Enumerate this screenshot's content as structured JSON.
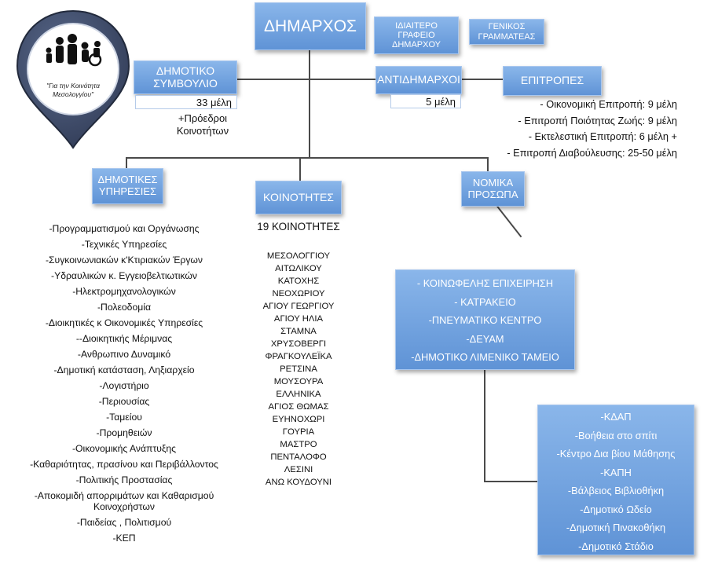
{
  "logo": {
    "text_lines": [
      "\"Για την Κοινότητα",
      "Μεσολογγίου\""
    ]
  },
  "mayor": {
    "label": "ΔΗΜΑΡΧΟΣ"
  },
  "private_office": {
    "lines": [
      "ΙΔΙΑΙΤΕΡΟ",
      "ΓΡΑΦΕΙΟ",
      "ΔΗΜΑΡΧΟΥ"
    ]
  },
  "general_secretary": {
    "lines": [
      "ΓΕΝΙΚΟΣ",
      "ΓΡΑΜΜΑΤΕΑΣ"
    ]
  },
  "council": {
    "lines": [
      "ΔΗΜΟΤΙΚΟ",
      "ΣΥΜΒΟΥΛΙΟ"
    ],
    "members": "33 μέλη",
    "note_lines": [
      "+Πρόεδροι",
      "Κοινοτήτων"
    ]
  },
  "deputy_mayors": {
    "label": "ΑΝΤΙΔΗΜΑΡΧΟΙ",
    "members": "5 μέλη"
  },
  "committees": {
    "label": "ΕΠΙΤΡΟΠΕΣ",
    "items": [
      "- Οικονομική Επιτροπή: 9 μέλη",
      "- Επιτροπή Ποιότητας Ζωής: 9 μέλη",
      "- Εκτελεστική Επιτροπή: 6 μέλη +",
      "- Επιτροπή Διαβούλευσης: 25-50 μέλη"
    ]
  },
  "services": {
    "lines": [
      "ΔΗΜΟΤΙΚΕΣ",
      "ΥΠΗΡΕΣΙΕΣ"
    ],
    "items": [
      "-Προγραμματισμού και Οργάνωσης",
      "-Τεχνικές Υπηρεσίες",
      "-Συγκοινωνιακών κ'Κτιριακών Έργων",
      "-Υδραυλικών κ. Εγγειοβελτιωτικών",
      "-Ηλεκτρομηχανολογικών",
      "-Πολεοδομία",
      "-Διοικητικές κ Οικονομικές Υπηρεσίες",
      "--Διοικητικής Μέριμνας",
      "-Ανθρωπινο Δυναμικό",
      "-Δημοτική κατάσταση, Ληξιαρχείο",
      "-Λογιστήριο",
      "-Περιουσίας",
      "-Ταμείου",
      "-Προμηθειών",
      "-Οικονομικής Ανάπτυξης",
      "-Καθαριότητας, πρασίνου και Περιβάλλοντος",
      "-Πολιτικής Προστασίας",
      "-Αποκομιδή απορριμάτων και Καθαρισμού Κοινοχρήστων",
      "-Παιδείας , Πολιτισμού",
      "-ΚΕΠ"
    ]
  },
  "communities": {
    "label": "ΚΟΙΝΟΤΗΤΕΣ",
    "count": "19 ΚΟΙΝΟΤΗΤΕΣ",
    "items": [
      "ΜΕΣΟΛΟΓΓΙΟΥ",
      "ΑΙΤΩΛΙΚΟΥ",
      "ΚΑΤΟΧΗΣ",
      "ΝΕΟΧΩΡΙΟΥ",
      "ΑΓΙΟΥ ΓΕΩΡΓΙΟΥ",
      "ΑΓΙΟΥ ΗΛΙΑ",
      "ΣΤΑΜΝΑ",
      "ΧΡΥΣΟΒΕΡΓΙ",
      "ΦΡΑΓΚΟΥΛΕΪΚΑ",
      "ΡΕΤΣΙΝΑ",
      "ΜΟΥΣΟΥΡΑ",
      "ΕΛΛΗΝΙΚΑ",
      "ΑΓΙΟΣ ΘΩΜΑΣ",
      "ΕΥΗΝΟΧΩΡΙ",
      "ΓΟΥΡΙΑ",
      "ΜΑΣΤΡΟ",
      "ΠΕΝΤΑΛΟΦΟ",
      "ΛΕΣΙΝΙ",
      "ΑΝΩ ΚΟΥΔΟΥΝΙ"
    ]
  },
  "legal_entities": {
    "lines": [
      "ΝΟΜΙΚΑ",
      "ΠΡΟΣΩΠΑ"
    ],
    "items": [
      "- ΚΟΙΝΩΦΕΛΗΣ ΕΠΙΧΕΙΡΗΣΗ",
      "- ΚΑΤΡΑΚΕΙΟ",
      "-ΠΝΕΥΜΑΤΙΚΟ ΚΕΝΤΡΟ",
      "-ΔΕΥΑΜ",
      "-ΔΗΜΟΤΙΚΟ ΛΙΜΕΝΙΚΟ ΤΑΜΕΙΟ"
    ]
  },
  "welfare": {
    "items": [
      "-ΚΔΑΠ",
      "-Βοήθεια στο σπίτι",
      "-Κέντρο Δια βίου Μάθησης",
      "-ΚΑΠΗ",
      "-Βάλβειος Βιβλιοθήκη",
      "-Δημοτικό Ωδείο",
      "-Δημοτική Πινακοθήκη",
      "-Δημοτικό Στάδιο"
    ]
  },
  "colors": {
    "box_top": "#8ab6ea",
    "box_bottom": "#5f93d6",
    "lines": "#4a4a4a",
    "pin": "#3d4a66"
  }
}
